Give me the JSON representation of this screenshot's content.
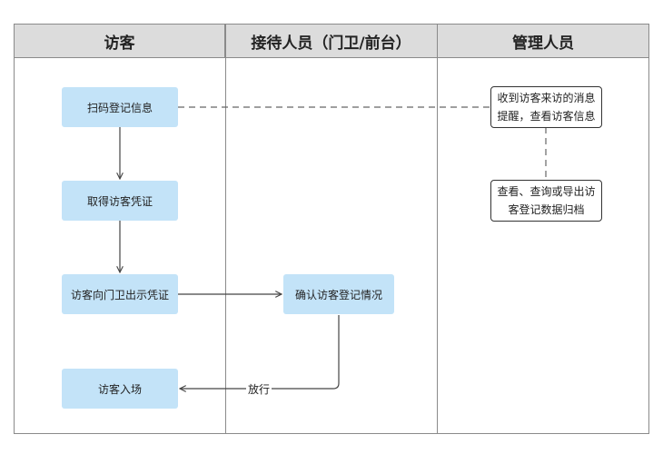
{
  "lanes": {
    "visitor": "访客",
    "reception": "接待人员（门卫/前台）",
    "admin": "管理人员"
  },
  "nodes": {
    "scan": "扫码登记信息",
    "get_credential": "取得访客凭证",
    "show_credential": "访客向门卫出示凭证",
    "enter": "访客入场",
    "confirm": "确认访客登记情况",
    "notify_line1": "收到访客来访的消息",
    "notify_line2": "提醒，查看访客信息",
    "export_line1": "查看、查询或导出访",
    "export_line2": "客登记数据归档"
  },
  "edges": {
    "release": "放行"
  }
}
